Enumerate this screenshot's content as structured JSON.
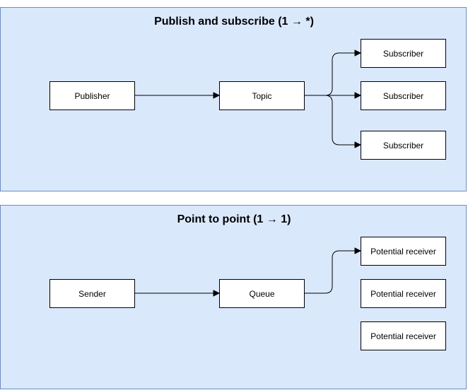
{
  "pubsub": {
    "title": "Publish and subscribe (1 → *)",
    "publisher": "Publisher",
    "topic": "Topic",
    "subscribers": [
      "Subscriber",
      "Subscriber",
      "Subscriber"
    ]
  },
  "p2p": {
    "title": "Point to point (1 → 1)",
    "sender": "Sender",
    "queue": "Queue",
    "receivers": [
      "Potential receiver",
      "Potential receiver",
      "Potential receiver"
    ]
  },
  "colors": {
    "panel_fill": "#dae8fc",
    "panel_border": "#6c8ebf",
    "node_fill": "#ffffff",
    "line": "#000000"
  }
}
